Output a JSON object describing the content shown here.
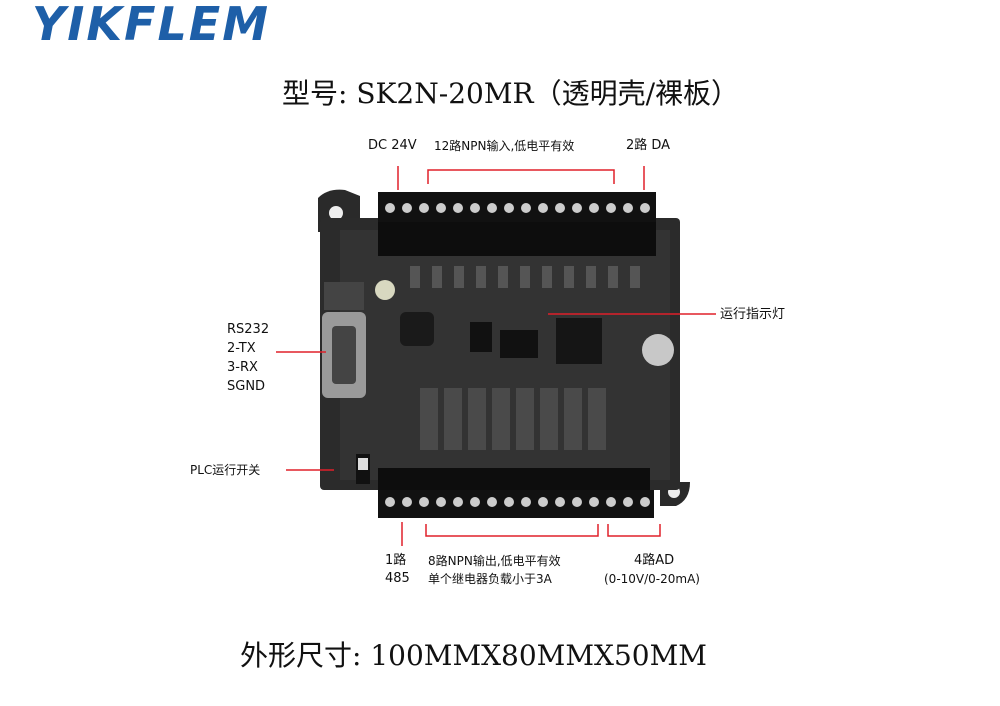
{
  "brand": {
    "logo_text": "YIKFLEM",
    "color": "#1e5fa8"
  },
  "title": "型号:  SK2N-20MR（透明壳/裸板）",
  "dimensions": "外形尺寸: 100MMX80MMX50MM",
  "callouts": {
    "top_power": "DC  24V",
    "top_inputs": "12路NPN输入,低电平有效",
    "top_da": "2路 DA",
    "run_led": "运行指示灯",
    "rs232": [
      "RS232",
      "2-TX",
      "3-RX",
      "SGND"
    ],
    "run_switch": "PLC运行开关",
    "bottom_485": [
      "1路",
      "485"
    ],
    "bottom_outputs": [
      "8路NPN输出,低电平有效",
      "单个继电器负载小于3A"
    ],
    "bottom_ad": [
      "4路AD",
      "(0-10V/0-20mA)"
    ]
  },
  "colors": {
    "callout_line": "#e0202a",
    "board": "#222222",
    "terminal": "#111111"
  }
}
